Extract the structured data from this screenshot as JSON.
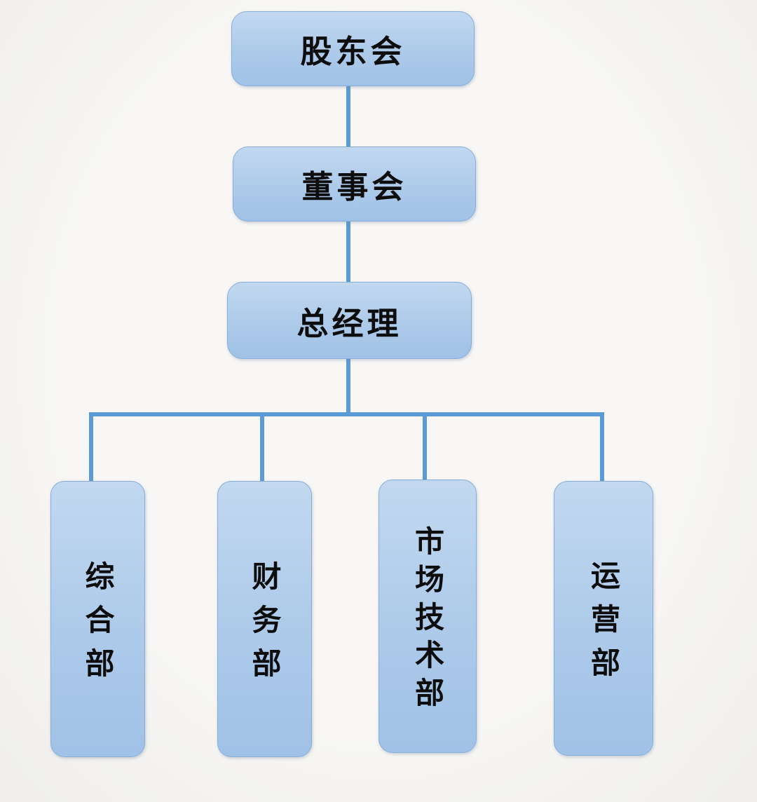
{
  "org_chart": {
    "levels": {
      "top": {
        "label": "股东会"
      },
      "middle": {
        "label": "董事会"
      },
      "executive": {
        "label": "总经理"
      }
    },
    "departments": [
      {
        "label": "综合部"
      },
      {
        "label": "财务部"
      },
      {
        "label": "市场技术部"
      },
      {
        "label": "运营部"
      }
    ],
    "colors": {
      "node_fill": "#adcaea",
      "node_border": "#86aed9",
      "connector": "#5b9bd5",
      "background": "#f5f4f2",
      "text": "#0d0d0d"
    }
  }
}
